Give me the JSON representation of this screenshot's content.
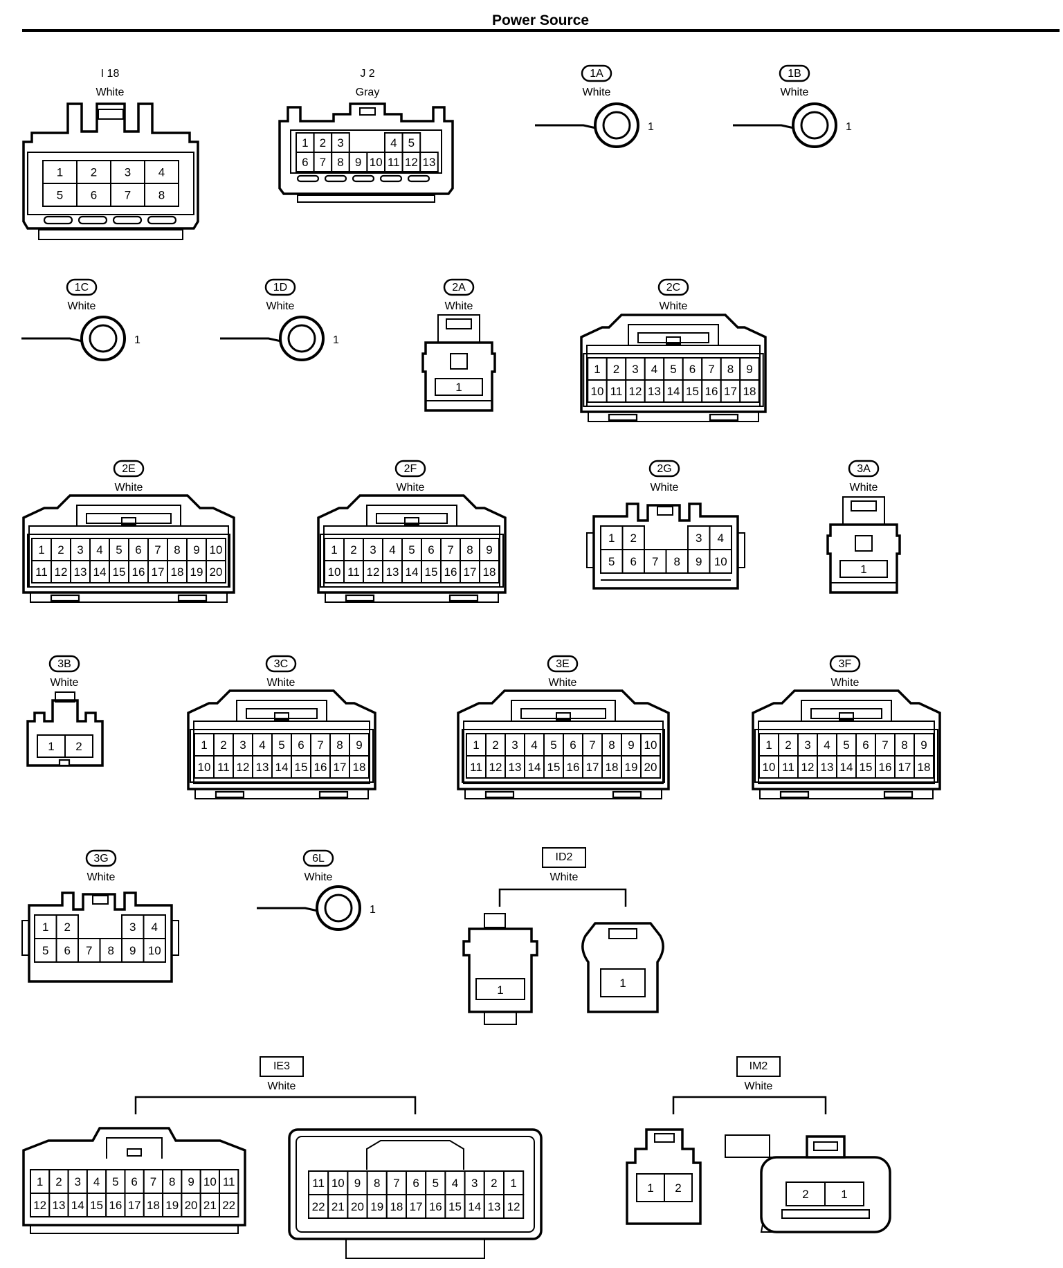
{
  "title": "Power Source",
  "connectors": [
    {
      "id": "I18",
      "label": "I 18",
      "color": "White",
      "label_style": "plain",
      "kind": "box",
      "pins": [
        [
          1,
          2,
          3,
          4
        ],
        [
          5,
          6,
          7,
          8
        ]
      ]
    },
    {
      "id": "J2",
      "label": "J 2",
      "color": "Gray",
      "label_style": "plain",
      "kind": "box",
      "pins": [
        [
          1,
          2,
          3,
          null,
          null,
          4,
          5
        ],
        [
          6,
          7,
          8,
          9,
          10,
          11,
          12,
          13
        ]
      ]
    },
    {
      "id": "1A",
      "label": "1A",
      "color": "White",
      "label_style": "oval",
      "kind": "terminal",
      "pins": [
        [
          1
        ]
      ]
    },
    {
      "id": "1B",
      "label": "1B",
      "color": "White",
      "label_style": "oval",
      "kind": "terminal",
      "pins": [
        [
          1
        ]
      ]
    },
    {
      "id": "1C",
      "label": "1C",
      "color": "White",
      "label_style": "oval",
      "kind": "terminal",
      "pins": [
        [
          1
        ]
      ]
    },
    {
      "id": "1D",
      "label": "1D",
      "color": "White",
      "label_style": "oval",
      "kind": "terminal",
      "pins": [
        [
          1
        ]
      ]
    },
    {
      "id": "2A",
      "label": "2A",
      "color": "White",
      "label_style": "oval",
      "kind": "single",
      "pins": [
        [
          1
        ]
      ]
    },
    {
      "id": "2C",
      "label": "2C",
      "color": "White",
      "label_style": "oval",
      "kind": "box",
      "pins": [
        [
          1,
          2,
          3,
          4,
          5,
          6,
          7,
          8,
          9
        ],
        [
          10,
          11,
          12,
          13,
          14,
          15,
          16,
          17,
          18
        ]
      ]
    },
    {
      "id": "2E",
      "label": "2E",
      "color": "White",
      "label_style": "oval",
      "kind": "box",
      "pins": [
        [
          1,
          2,
          3,
          4,
          5,
          6,
          7,
          8,
          9,
          10
        ],
        [
          11,
          12,
          13,
          14,
          15,
          16,
          17,
          18,
          19,
          20
        ]
      ]
    },
    {
      "id": "2F",
      "label": "2F",
      "color": "White",
      "label_style": "oval",
      "kind": "box",
      "pins": [
        [
          1,
          2,
          3,
          4,
          5,
          6,
          7,
          8,
          9
        ],
        [
          10,
          11,
          12,
          13,
          14,
          15,
          16,
          17,
          18
        ]
      ]
    },
    {
      "id": "2G",
      "label": "2G",
      "color": "White",
      "label_style": "oval",
      "kind": "box",
      "pins": [
        [
          1,
          2,
          null,
          null,
          3,
          4
        ],
        [
          5,
          6,
          7,
          8,
          9,
          10
        ]
      ]
    },
    {
      "id": "3A",
      "label": "3A",
      "color": "White",
      "label_style": "oval",
      "kind": "single",
      "pins": [
        [
          1
        ]
      ]
    },
    {
      "id": "3B",
      "label": "3B",
      "color": "White",
      "label_style": "oval",
      "kind": "box",
      "pins": [
        [
          1,
          2
        ]
      ]
    },
    {
      "id": "3C",
      "label": "3C",
      "color": "White",
      "label_style": "oval",
      "kind": "box",
      "pins": [
        [
          1,
          2,
          3,
          4,
          5,
          6,
          7,
          8,
          9
        ],
        [
          10,
          11,
          12,
          13,
          14,
          15,
          16,
          17,
          18
        ]
      ]
    },
    {
      "id": "3E",
      "label": "3E",
      "color": "White",
      "label_style": "oval",
      "kind": "box",
      "pins": [
        [
          1,
          2,
          3,
          4,
          5,
          6,
          7,
          8,
          9,
          10
        ],
        [
          11,
          12,
          13,
          14,
          15,
          16,
          17,
          18,
          19,
          20
        ]
      ]
    },
    {
      "id": "3F",
      "label": "3F",
      "color": "White",
      "label_style": "oval",
      "kind": "box",
      "pins": [
        [
          1,
          2,
          3,
          4,
          5,
          6,
          7,
          8,
          9
        ],
        [
          10,
          11,
          12,
          13,
          14,
          15,
          16,
          17,
          18
        ]
      ]
    },
    {
      "id": "3G",
      "label": "3G",
      "color": "White",
      "label_style": "oval",
      "kind": "box",
      "pins": [
        [
          1,
          2,
          null,
          null,
          3,
          4
        ],
        [
          5,
          6,
          7,
          8,
          9,
          10
        ]
      ]
    },
    {
      "id": "6L",
      "label": "6L",
      "color": "White",
      "label_style": "oval",
      "kind": "terminal",
      "pins": [
        [
          1
        ]
      ]
    },
    {
      "id": "ID2",
      "label": "ID2",
      "color": "White",
      "label_style": "box",
      "kind": "pair",
      "halves": [
        {
          "pins": [
            [
              1
            ]
          ]
        },
        {
          "pins": [
            [
              1
            ]
          ]
        }
      ]
    },
    {
      "id": "IE3",
      "label": "IE3",
      "color": "White",
      "label_style": "box",
      "kind": "pair",
      "halves": [
        {
          "pins": [
            [
              1,
              2,
              3,
              4,
              5,
              6,
              7,
              8,
              9,
              10,
              11
            ],
            [
              12,
              13,
              14,
              15,
              16,
              17,
              18,
              19,
              20,
              21,
              22
            ]
          ]
        },
        {
          "pins": [
            [
              11,
              10,
              9,
              8,
              7,
              6,
              5,
              4,
              3,
              2,
              1
            ],
            [
              22,
              21,
              20,
              19,
              18,
              17,
              16,
              15,
              14,
              13,
              12
            ]
          ]
        }
      ]
    },
    {
      "id": "IM2",
      "label": "IM2",
      "color": "White",
      "label_style": "box",
      "kind": "pair",
      "halves": [
        {
          "pins": [
            [
              1,
              2
            ]
          ]
        },
        {
          "pins": [
            [
              2,
              1
            ]
          ]
        }
      ]
    }
  ]
}
